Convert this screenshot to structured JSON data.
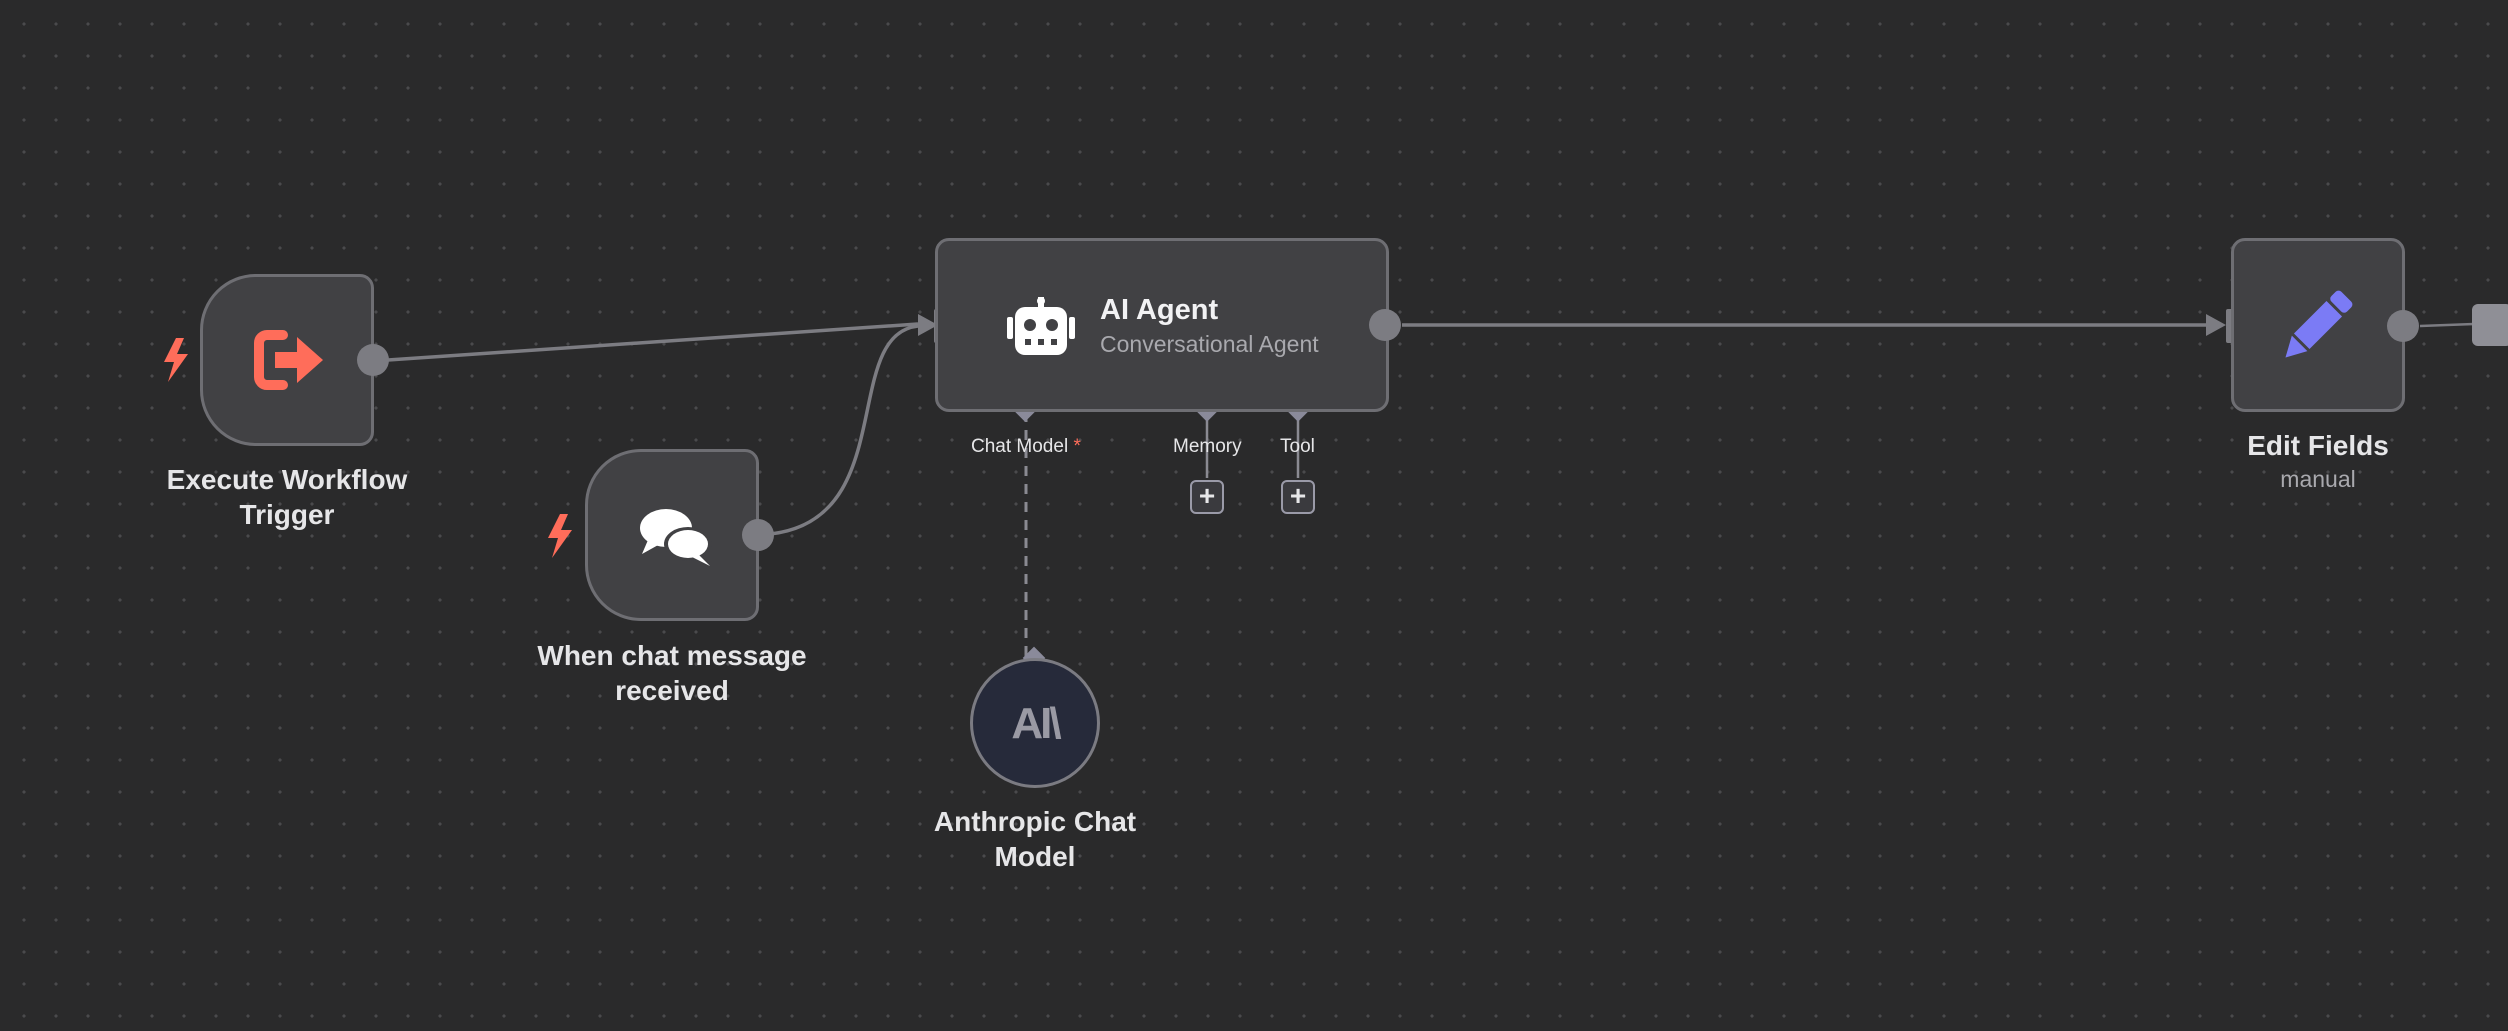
{
  "colors": {
    "canvas_bg": "#2a2a2b",
    "node_bg": "#414144",
    "node_border": "#6e6e73",
    "trigger_accent": "#ff6d5a",
    "edit_icon": "#7b7bf5",
    "connection": "#7c7c82"
  },
  "nodes": {
    "execute_trigger": {
      "label": "Execute Workflow Trigger",
      "icon": "sign-out-icon"
    },
    "chat_trigger": {
      "label": "When chat message received",
      "icon": "comments-icon"
    },
    "ai_agent": {
      "title": "AI Agent",
      "subtitle": "Conversational Agent",
      "icon": "robot-icon",
      "ports": {
        "chat_model": {
          "label": "Chat Model",
          "required_mark": "*"
        },
        "memory": {
          "label": "Memory",
          "add": "+"
        },
        "tool": {
          "label": "Tool",
          "add": "+"
        }
      }
    },
    "anthropic": {
      "label": "Anthropic Chat Model",
      "logo_text": "AI\\"
    },
    "edit_fields": {
      "label": "Edit Fields",
      "sublabel": "manual",
      "icon": "pen-icon"
    }
  }
}
